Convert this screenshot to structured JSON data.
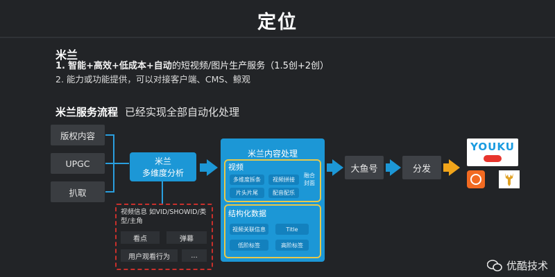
{
  "title": "定位",
  "section": {
    "name": "米兰",
    "line1_num": "1.",
    "line1_bold": "智能+高效+低成本+自动",
    "line1_rest": "的短视频/图片生产服务（1.5创+2创）",
    "line2": "2.  能力或功能提供，可以对接客户端、CMS、鲸观"
  },
  "flow": {
    "heading_bold": "米兰服务流程",
    "heading_rest": "已经实现全部自动化处理",
    "sources": [
      "版权内容",
      "UPGC",
      "扒取"
    ],
    "analysis": {
      "title": "米兰",
      "subtitle": "多维度分析"
    },
    "info": {
      "items": [
        "视频信息 如VID/SHOWID/类型/主角",
        "看点",
        "弹幕",
        "用户观看行为",
        "..."
      ]
    },
    "processing": {
      "title": "米兰内容处理",
      "video": {
        "label": "视频",
        "items": [
          "多维度拆条",
          "视频拼接",
          "片头片尾",
          "配音配乐"
        ],
        "fusion": "融合封面"
      },
      "structured": {
        "label": "结构化数据",
        "items": [
          "视频关联信息",
          "Title",
          "低阶标签",
          "高阶标签"
        ]
      }
    },
    "outputs": {
      "dayuhao": "大鱼号",
      "distribute": "分发"
    },
    "logos": {
      "youku": "YOUKU"
    }
  },
  "watermark": "优酷技术",
  "colors": {
    "blue": "#1c97d6",
    "yellow": "#e8c94a",
    "orange": "#f2a51a",
    "red_dash": "#c9302c"
  }
}
